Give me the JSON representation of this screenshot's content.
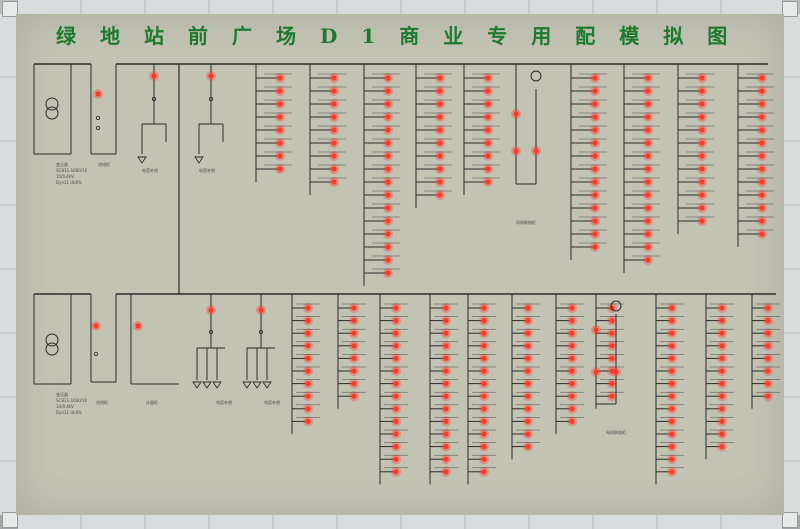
{
  "title": "绿地站前广场D1商业专用配模拟图",
  "colors": {
    "panel": "#c2c3b3",
    "line": "#2b2b2b",
    "led_on": "#ff3a2a",
    "title": "#1d7a2e",
    "small_text": "#4a4a4a"
  },
  "upper_labels": {
    "transformer": "变压器",
    "transformer_spec1": "SCB11-1600/10",
    "transformer_spec2": "10/0.4kV",
    "transformer_spec3": "Dyn11 Uk6%",
    "cabinet2": "进线柜",
    "cap1": "电容补偿",
    "cap2": "电容补偿",
    "tie": "母线联络柜"
  },
  "lower_labels": {
    "transformer": "变压器",
    "transformer_spec1": "SCB11-1600/10",
    "transformer_spec2": "10/0.4kV",
    "transformer_spec3": "Dyn11 Uk6%",
    "cabinet2": "进线柜",
    "cabinet3": "计量柜",
    "cap": "电容补偿",
    "tie": "母线联络柜"
  },
  "upper_branches": [
    8,
    9,
    16,
    10,
    9,
    14,
    15,
    12,
    13
  ],
  "lower_branches": [
    10,
    8,
    14,
    14,
    14,
    12,
    10,
    8,
    14,
    12,
    8
  ]
}
